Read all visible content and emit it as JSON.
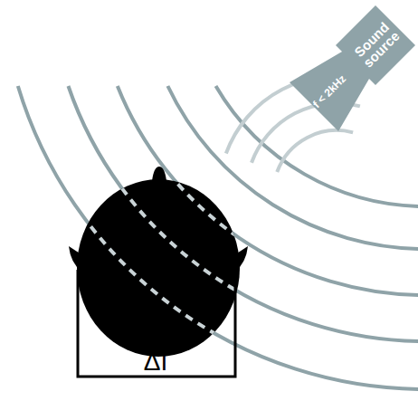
{
  "diagram": {
    "nodes": [
      {
        "text": [
          "Sound source",
          "f < 2kHz"
        ]
      }
    ],
    "labels": [
      "ΔI"
    ]
  }
}
